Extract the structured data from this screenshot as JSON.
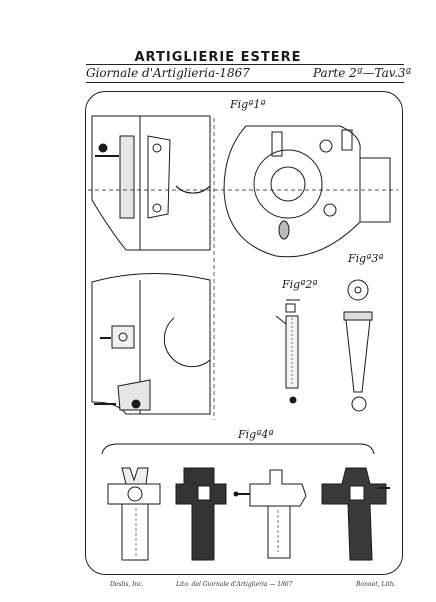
{
  "header": {
    "title": "ARTIGLIERIE ESTERE",
    "journal": "Giornale d'Artiglieria-1867",
    "part_plate": "Parte 2ª—Tav.3ª"
  },
  "figures": {
    "fig1": "Figª1ª",
    "fig2": "Figª2ª",
    "fig3": "Figª3ª",
    "fig4": "Figª4ª"
  },
  "footer": {
    "left": "Deslis, Inc.",
    "center": "Lito. del Giornale d'Artiglieria — 1867",
    "right": "Bonnet, Lith."
  }
}
